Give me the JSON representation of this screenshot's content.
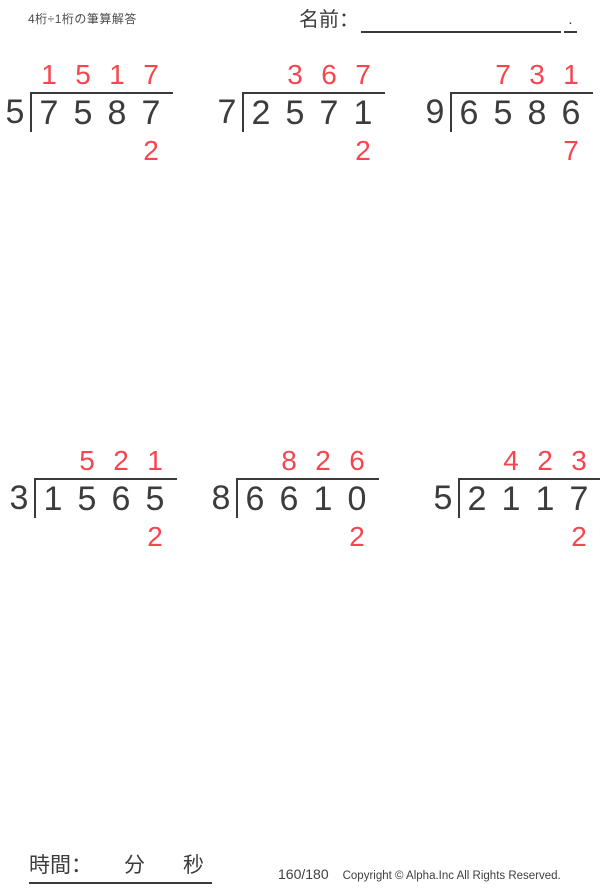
{
  "header": {
    "worksheet_title": "4桁÷1桁の筆算解答",
    "name_label": "名前：",
    "name_line_period": "."
  },
  "problems": [
    {
      "divisor": "5",
      "dividend_digits": [
        "7",
        "5",
        "8",
        "7"
      ],
      "quotient_digits": [
        "1",
        "5",
        "1",
        "7"
      ],
      "remainder": "2"
    },
    {
      "divisor": "7",
      "dividend_digits": [
        "2",
        "5",
        "7",
        "1"
      ],
      "quotient_digits": [
        "",
        "3",
        "6",
        "7"
      ],
      "remainder": "2"
    },
    {
      "divisor": "9",
      "dividend_digits": [
        "6",
        "5",
        "8",
        "6"
      ],
      "quotient_digits": [
        "",
        "7",
        "3",
        "1"
      ],
      "remainder": "7"
    },
    {
      "divisor": "3",
      "dividend_digits": [
        "1",
        "5",
        "6",
        "5"
      ],
      "quotient_digits": [
        "",
        "5",
        "2",
        "1"
      ],
      "remainder": "2"
    },
    {
      "divisor": "8",
      "dividend_digits": [
        "6",
        "6",
        "1",
        "0"
      ],
      "quotient_digits": [
        "",
        "8",
        "2",
        "6"
      ],
      "remainder": "2"
    },
    {
      "divisor": "5",
      "dividend_digits": [
        "2",
        "1",
        "1",
        "7"
      ],
      "quotient_digits": [
        "",
        "4",
        "2",
        "3"
      ],
      "remainder": "2"
    }
  ],
  "footer": {
    "time_label": "時間：",
    "minutes_unit": "分",
    "seconds_unit": "秒",
    "page_number": "160/180",
    "copyright": "Copyright © Alpha.Inc All Rights Reserved."
  },
  "colors": {
    "answer_red": "#f5464f",
    "ink": "#3c3c3c"
  }
}
